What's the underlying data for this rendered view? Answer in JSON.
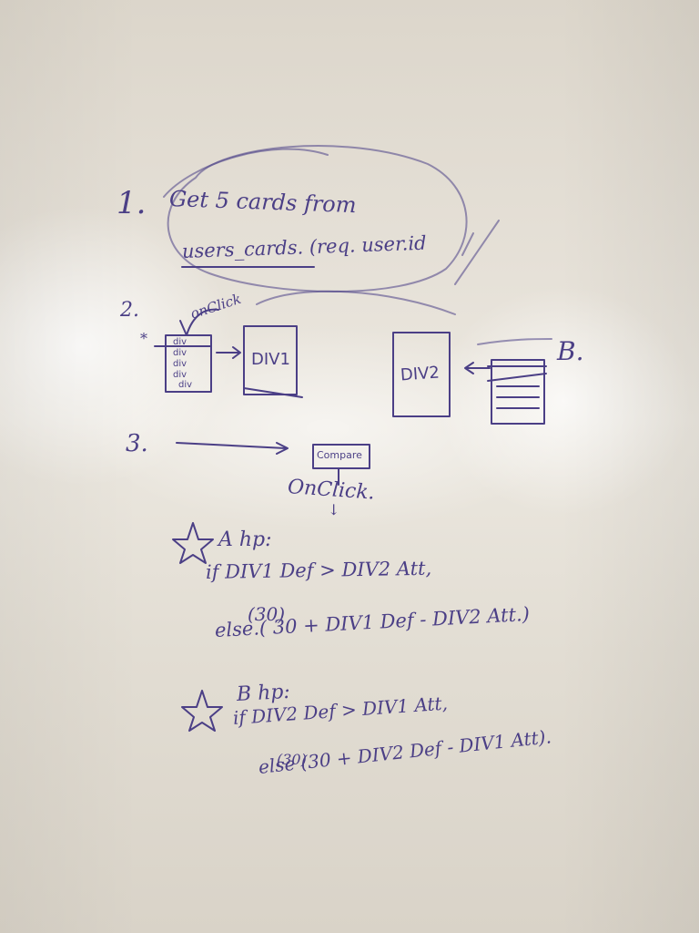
{
  "step1": {
    "num": "1.",
    "line1": "Get 5 cards from",
    "line2": "users_cards. (req. user.id"
  },
  "step2": {
    "num": "2.",
    "onclick": "onClick",
    "mark": "*",
    "stack": [
      "div",
      "div",
      "div",
      "div",
      "div"
    ],
    "div1": "DIV1",
    "div2": "DIV2",
    "b_label": "B."
  },
  "step3": {
    "num": "3.",
    "compare": "Compare",
    "onclick": "OnClick.",
    "tick": "↓"
  },
  "rule_a": {
    "title": "A hp:",
    "cond": "if DIV1 Def > DIV2 Att,",
    "then": "(30)",
    "else": "else.( 30 + DIV1 Def - DIV2 Att.)"
  },
  "rule_b": {
    "title": "B hp:",
    "cond": "if DIV2 Def > DIV1 Att,",
    "then": "(30)",
    "else": "else (30 + DIV2 Def - DIV1 Att)."
  },
  "ink_color": "#4b3f86"
}
